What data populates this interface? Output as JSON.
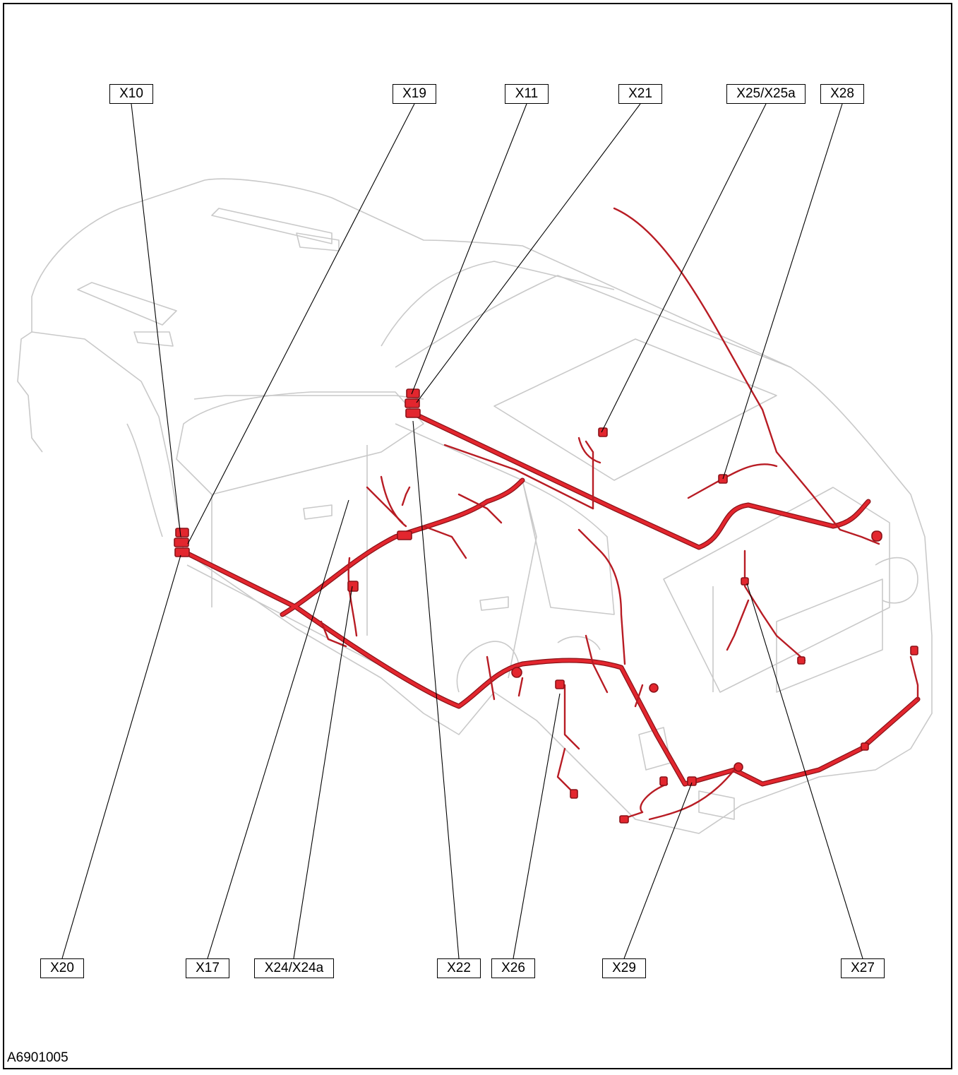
{
  "figure_id": "A6901005",
  "colors": {
    "harness": "#e3262e",
    "harness_dark": "#8a1218",
    "body_outline": "#c9c9c9",
    "leader": "#000000"
  },
  "callouts": {
    "top": [
      "X10",
      "X19",
      "X11",
      "X21",
      "X25/X25a",
      "X28"
    ],
    "bottom": [
      "X20",
      "X17",
      "X24/X24a",
      "X22",
      "X26",
      "X29",
      "X27"
    ]
  }
}
